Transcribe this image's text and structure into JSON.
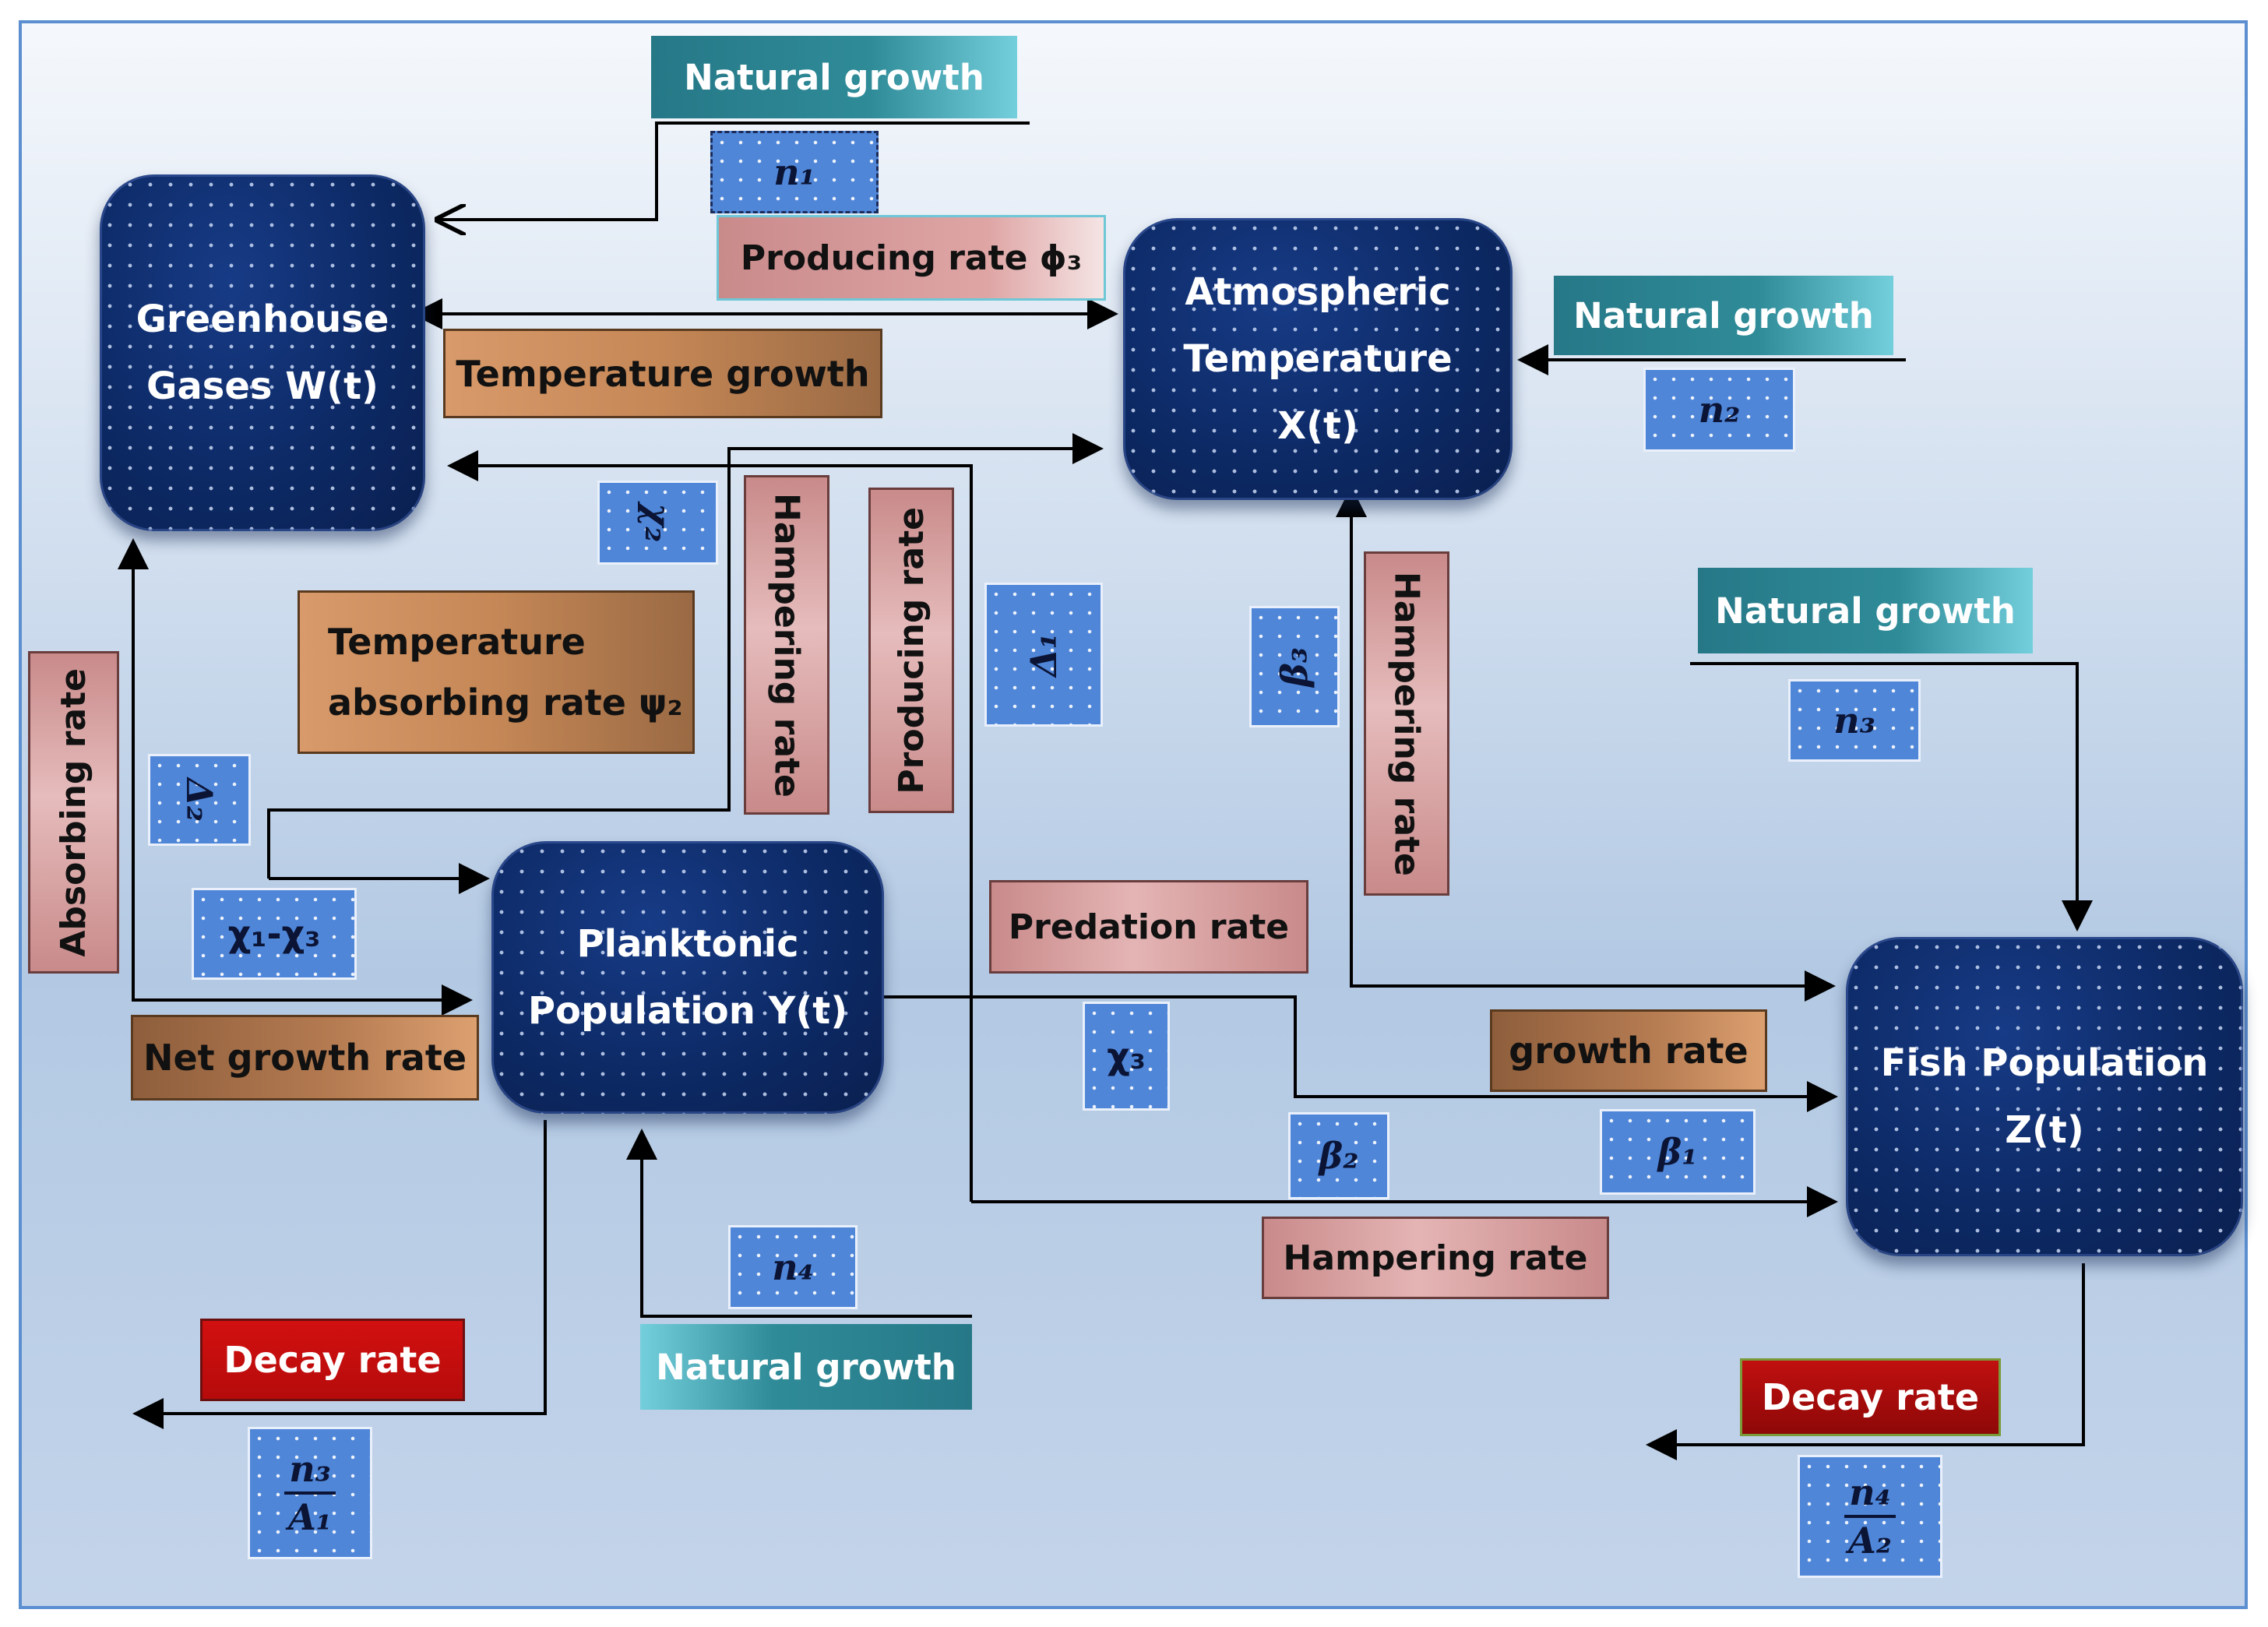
{
  "nodes": {
    "greenhouse": "Greenhouse\nGases W(t)",
    "atmospheric": "Atmospheric\nTemperature\nX(t)",
    "planktonic": "Planktonic\nPopulation Y(t)",
    "fish": "Fish Population\nZ(t)"
  },
  "labels": {
    "natural_growth_1": "Natural growth",
    "natural_growth_2": "Natural growth",
    "natural_growth_3": "Natural growth",
    "natural_growth_4": "Natural growth",
    "producing_rate_phi3": "Producing rate ϕ₃",
    "temperature_growth": "Temperature growth",
    "temperature_absorbing": "Temperature\nabsorbing rate ψ₂",
    "absorbing_rate": "Absorbing rate",
    "hampering_rate_v1": "Hampering rate",
    "producing_rate_v": "Producing rate",
    "hampering_rate_v2": "Hampering rate",
    "predation_rate": "Predation rate",
    "net_growth_rate": "Net growth rate",
    "growth_rate": "growth rate",
    "hampering_rate_h": "Hampering rate",
    "decay_rate_1": "Decay rate",
    "decay_rate_2": "Decay rate"
  },
  "symbols": {
    "n1": "n₁",
    "n2": "n₂",
    "n3": "n₃",
    "n4": "n₄",
    "chi2": "χ₂",
    "delta1": "Δ₁",
    "delta2": "Δ₂",
    "beta3": "β₃",
    "chi1_chi3": "χ₁-χ₃",
    "chi3": "χ₃",
    "beta2": "β₂",
    "beta1": "β₁",
    "frac1_num": "n₃",
    "frac1_den": "A₁",
    "frac2_num": "n₄",
    "frac2_den": "A₂"
  },
  "colors": {
    "node": "#0d2a66",
    "symbol_box": "#4f86d8",
    "teal": "#2f8b98",
    "pink": "#e4b4b4",
    "brown": "#c58756",
    "red": "#c8100f",
    "frame": "#5b8fd0"
  }
}
